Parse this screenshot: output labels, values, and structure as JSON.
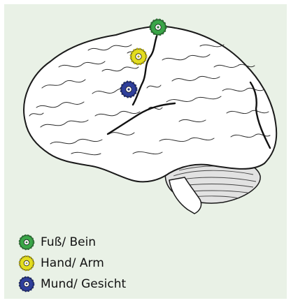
{
  "legend": {
    "items": [
      {
        "label": "Fuß/ Bein",
        "color": "#3aa648",
        "icon": "gear-marker-icon"
      },
      {
        "label": "Hand/ Arm",
        "color": "#e3dd1f",
        "icon": "gear-marker-icon"
      },
      {
        "label": "Mund/ Gesicht",
        "color": "#2f3f9c",
        "icon": "gear-marker-icon"
      }
    ]
  },
  "colors": {
    "background": "#e9f1e6",
    "brain_fill": "#ffffff",
    "outline": "#1a1a1a",
    "cerebellum_fill": "#e2e2e2"
  }
}
